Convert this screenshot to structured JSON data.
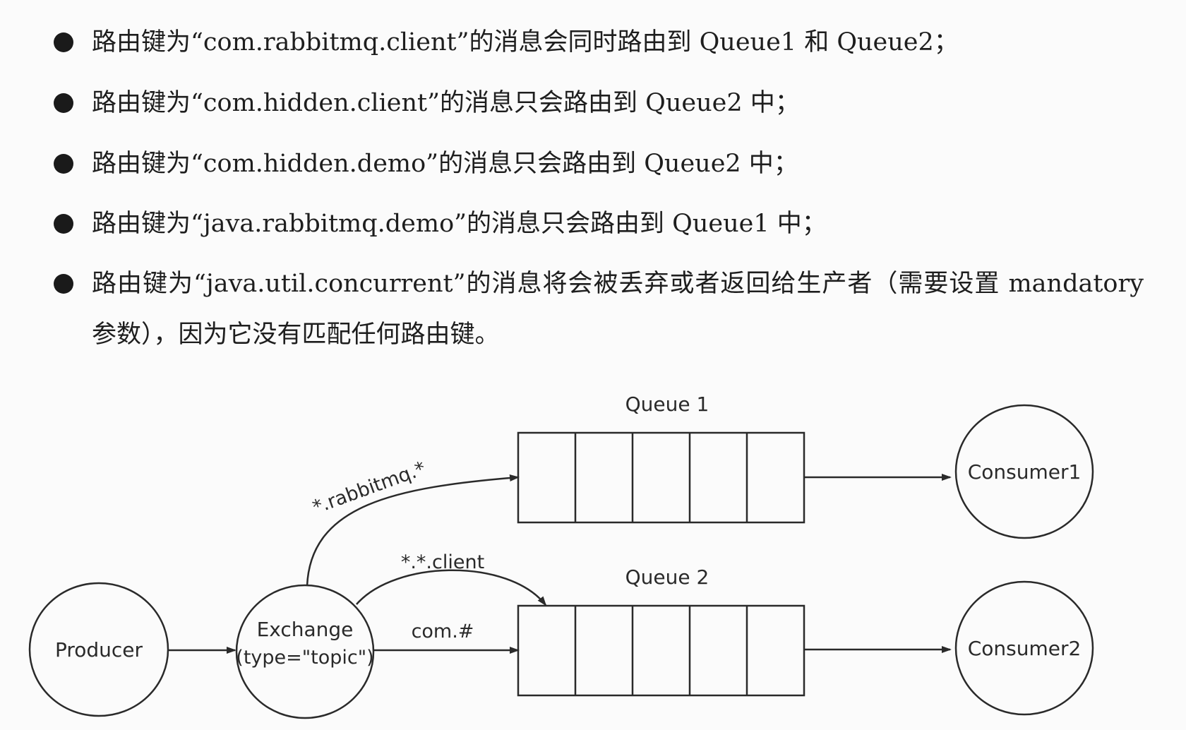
{
  "bullets": [
    "路由键为“com.rabbitmq.client”的消息会同时路由到 Queue1 和 Queue2；",
    "路由键为“com.hidden.client”的消息只会路由到 Queue2 中；",
    "路由键为“com.hidden.demo”的消息只会路由到 Queue2 中；",
    "路由键为“java.rabbitmq.demo”的消息只会路由到 Queue1 中；",
    "路由键为“java.util.concurrent”的消息将会被丢弃或者返回给生产者（需要设置 mandatory 参数），因为它没有匹配任何路由键。"
  ],
  "diagram": {
    "producer": "Producer",
    "exchange_line1": "Exchange",
    "exchange_line2": "(type=\"topic\")",
    "queue1": "Queue 1",
    "queue2": "Queue 2",
    "consumer1": "Consumer1",
    "consumer2": "Consumer2",
    "binding_rabbitmq": "*.rabbitmq.*",
    "binding_client": "*.*.client",
    "binding_com": "com.#"
  }
}
